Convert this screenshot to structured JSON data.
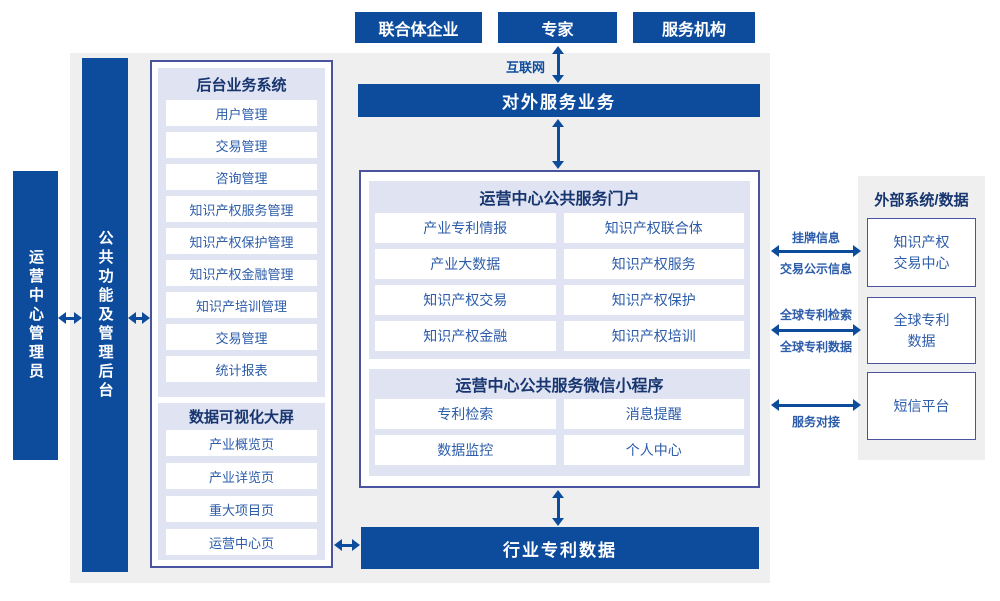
{
  "colors": {
    "primary": "#0d4c9d",
    "panel_bg": "#efefef",
    "lavender": "#dfe3f2",
    "box_border": "#4a549e",
    "header_text": "#17356f",
    "item_text": "#2c5caa"
  },
  "top_actors": [
    "联合体企业",
    "专家",
    "服务机构"
  ],
  "internet_label": "互联网",
  "external_service_bar": "对外服务业务",
  "left_roles": {
    "admin": "运营中心管理员",
    "backend": "公共功能及管理后台"
  },
  "backend_system": {
    "title": "后台业务系统",
    "items": [
      "用户管理",
      "交易管理",
      "咨询管理",
      "知识产权服务管理",
      "知识产权保护管理",
      "知识产权金融管理",
      "知识产培训管理",
      "交易管理",
      "统计报表"
    ]
  },
  "dashboard": {
    "title": "数据可视化大屏",
    "items": [
      "产业概览页",
      "产业详览页",
      "重大项目页",
      "运营中心页"
    ]
  },
  "portal": {
    "title": "运营中心公共服务门户",
    "cells": [
      "产业专利情报",
      "知识产权联合体",
      "产业大数据",
      "知识产权服务",
      "知识产权交易",
      "知识产权保护",
      "知识产权金融",
      "知识产权培训"
    ]
  },
  "miniprogram": {
    "title": "运营中心公共服务微信小程序",
    "cells": [
      "专利检索",
      "消息提醒",
      "数据监控",
      "个人中心"
    ]
  },
  "industry_data_bar": "行业专利数据",
  "external": {
    "title": "外部系统/数据",
    "systems": [
      {
        "lines": [
          "知识产权",
          "交易中心"
        ]
      },
      {
        "lines": [
          "全球专利",
          "数据"
        ]
      },
      {
        "lines": [
          "短信平台"
        ]
      }
    ],
    "links": [
      {
        "top": "挂牌信息",
        "bottom": "交易公示信息"
      },
      {
        "top": "全球专利检索",
        "bottom": "全球专利数据"
      },
      {
        "top": "",
        "bottom": "服务对接"
      }
    ]
  }
}
